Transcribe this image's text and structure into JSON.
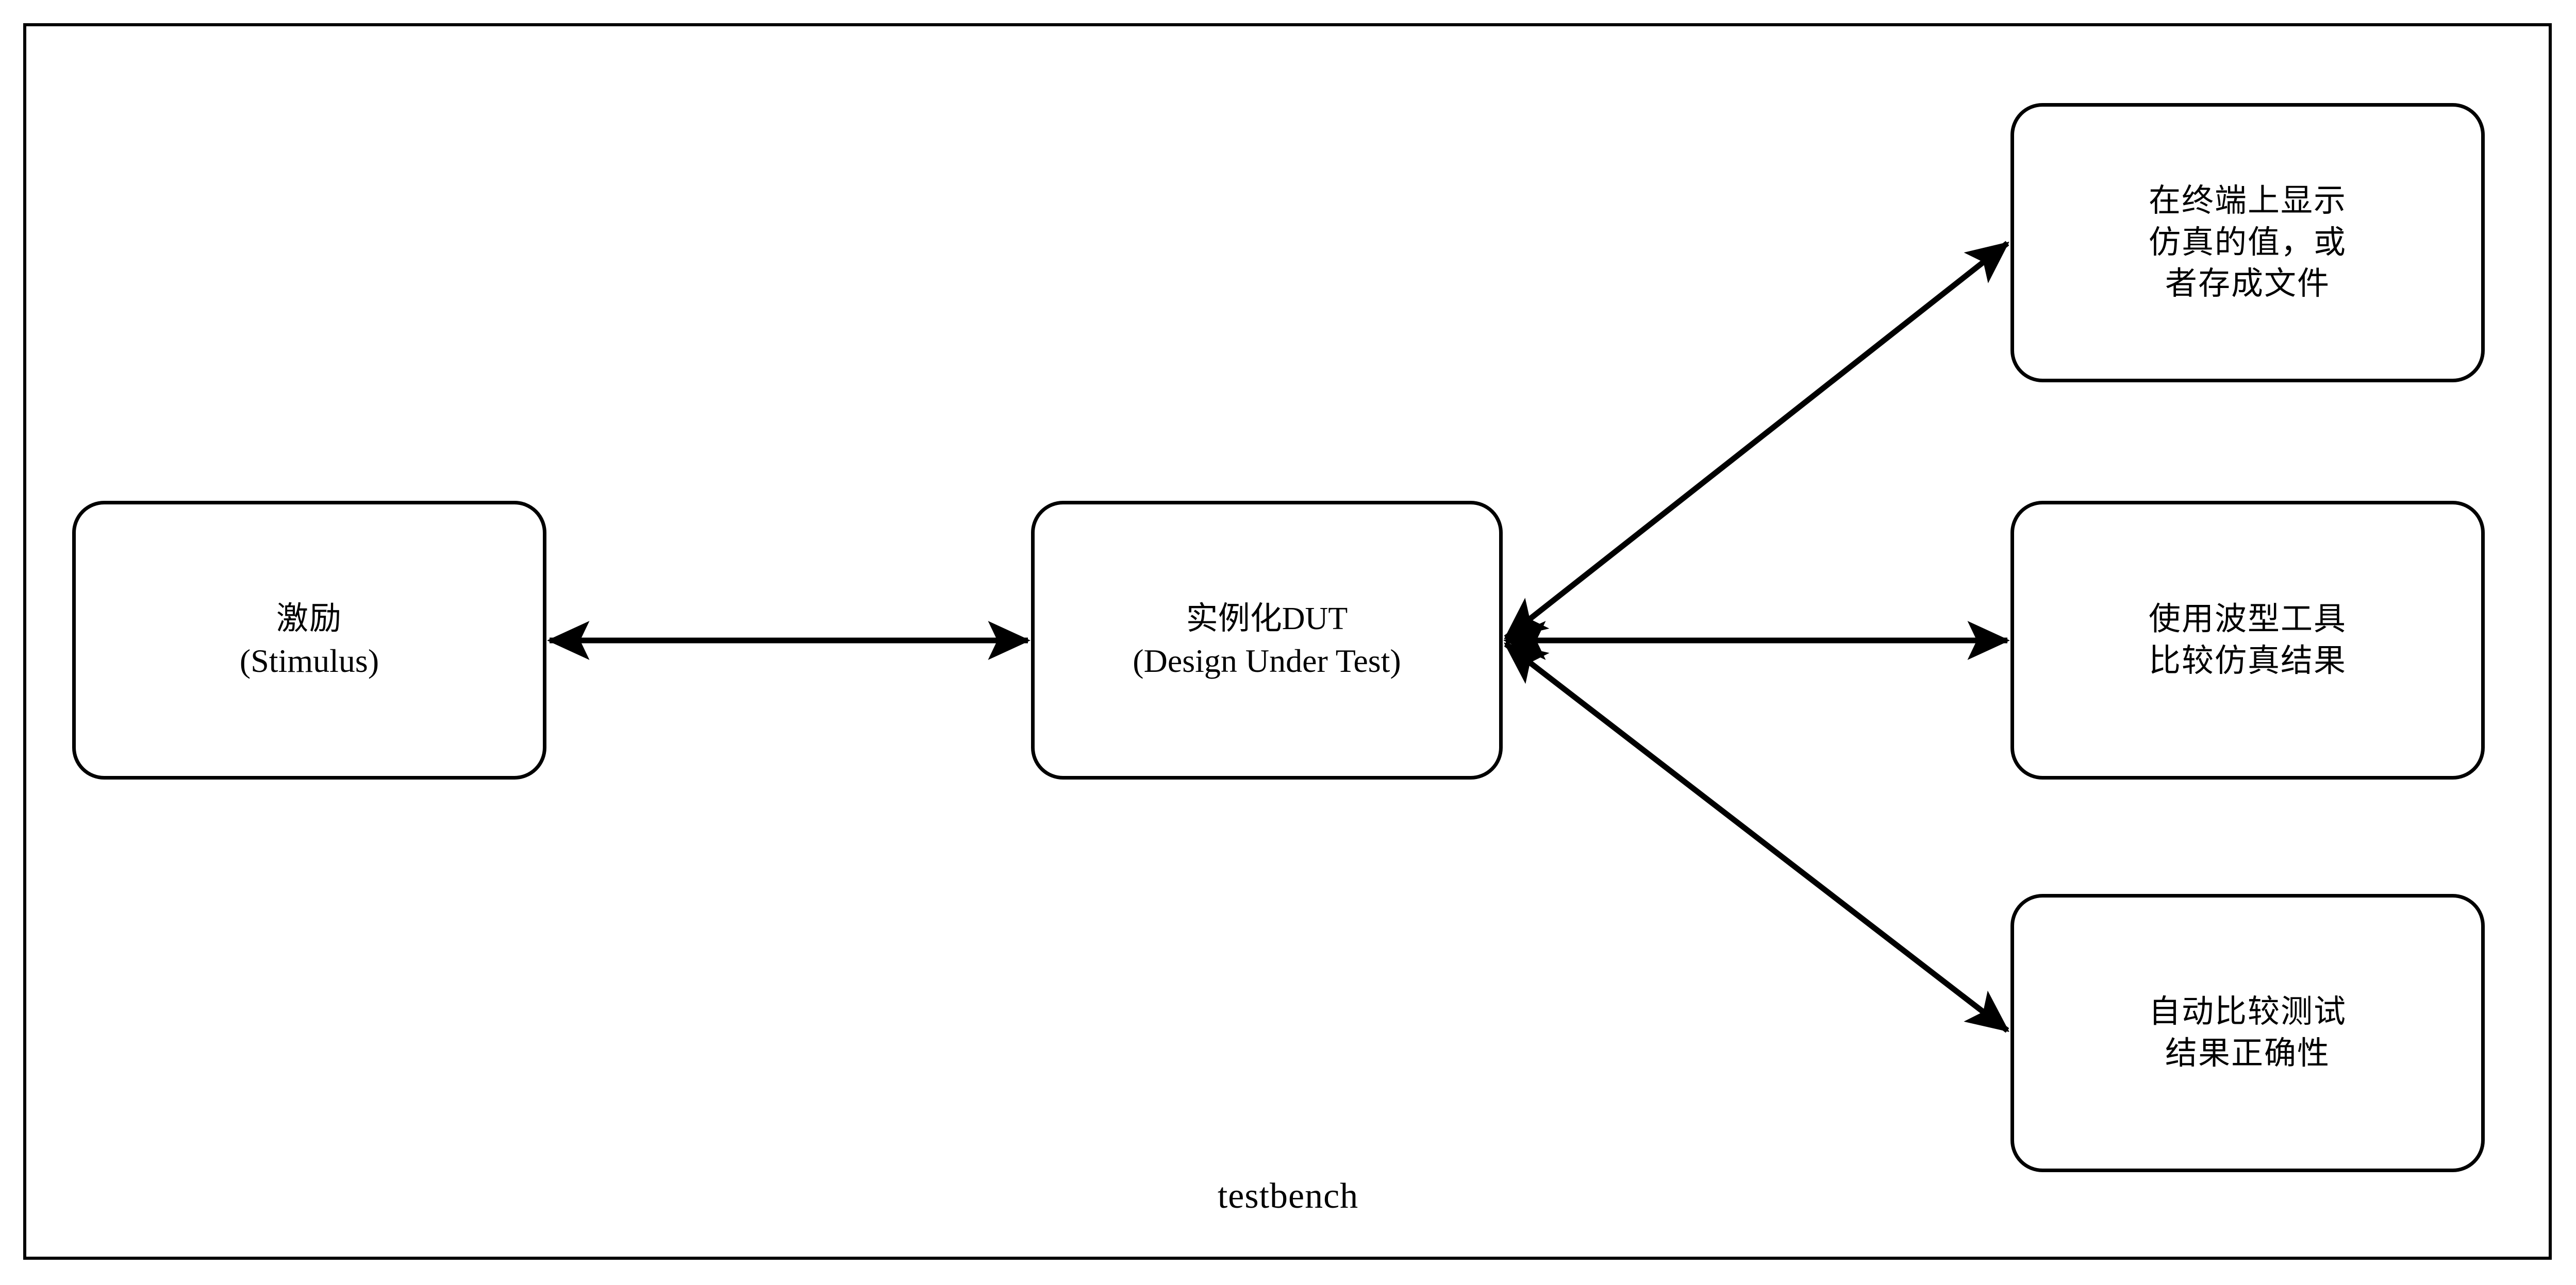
{
  "diagram": {
    "caption": "testbench",
    "frame_label": "testbench",
    "stroke_color": "#000000",
    "background_color": "#ffffff",
    "nodes": [
      {
        "id": "stimulus",
        "lines": [
          "激励",
          "(Stimulus)"
        ],
        "line1": "激励",
        "line2": "(Stimulus)"
      },
      {
        "id": "dut",
        "lines": [
          "实例化DUT",
          "(Design Under Test)"
        ],
        "line1": "实例化DUT",
        "line2": "(Design Under Test)"
      },
      {
        "id": "display",
        "lines": [
          "在终端上显示",
          "仿真的值，或",
          "者存成文件"
        ],
        "line1": "在终端上显示",
        "line2": "仿真的值，或",
        "line3": "者存成文件"
      },
      {
        "id": "waveform",
        "lines": [
          "使用波型工具",
          "比较仿真结果"
        ],
        "line1": "使用波型工具",
        "line2": "比较仿真结果"
      },
      {
        "id": "autocheck",
        "lines": [
          "自动比较测试",
          "结果正确性"
        ],
        "line1": "自动比较测试",
        "line2": "结果正确性"
      }
    ],
    "edges": [
      {
        "id": "stimulus-dut",
        "from": "stimulus",
        "to": "dut",
        "style": "double-headed"
      },
      {
        "id": "dut-display",
        "from": "dut",
        "to": "display",
        "style": "double-headed"
      },
      {
        "id": "dut-waveform",
        "from": "dut",
        "to": "waveform",
        "style": "double-headed"
      },
      {
        "id": "dut-autocheck",
        "from": "dut",
        "to": "autocheck",
        "style": "double-headed"
      }
    ]
  }
}
